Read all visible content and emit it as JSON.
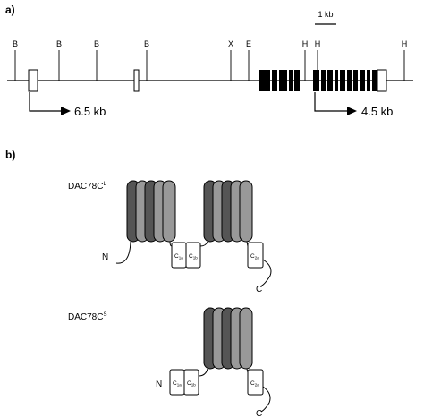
{
  "panel_a": {
    "label": "a)",
    "scale_label": "1 kb",
    "restriction_sites": [
      {
        "letter": "B"
      },
      {
        "letter": "B"
      },
      {
        "letter": "B"
      },
      {
        "letter": "B"
      },
      {
        "letter": "X"
      },
      {
        "letter": "E"
      },
      {
        "letter": "H"
      },
      {
        "letter": "H"
      },
      {
        "letter": "H"
      }
    ],
    "transcripts": [
      {
        "size": "6.5 kb"
      },
      {
        "size": "4.5 kb"
      }
    ]
  },
  "panel_b": {
    "label": "b)",
    "isoforms": [
      {
        "name": "DAC78C",
        "superscript": "L",
        "n_terminus": "N",
        "c_terminus": "C",
        "domains": [
          {
            "main": "C",
            "sub": "1a"
          },
          {
            "main": "C",
            "sub": "1b"
          },
          {
            "main": "C",
            "sub": "2a"
          }
        ]
      },
      {
        "name": "DAC78C",
        "superscript": "S",
        "n_terminus": "N",
        "c_terminus": "C",
        "domains": [
          {
            "main": "C",
            "sub": "1a"
          },
          {
            "main": "C",
            "sub": "1b"
          },
          {
            "main": "C",
            "sub": "2a"
          }
        ]
      }
    ]
  }
}
